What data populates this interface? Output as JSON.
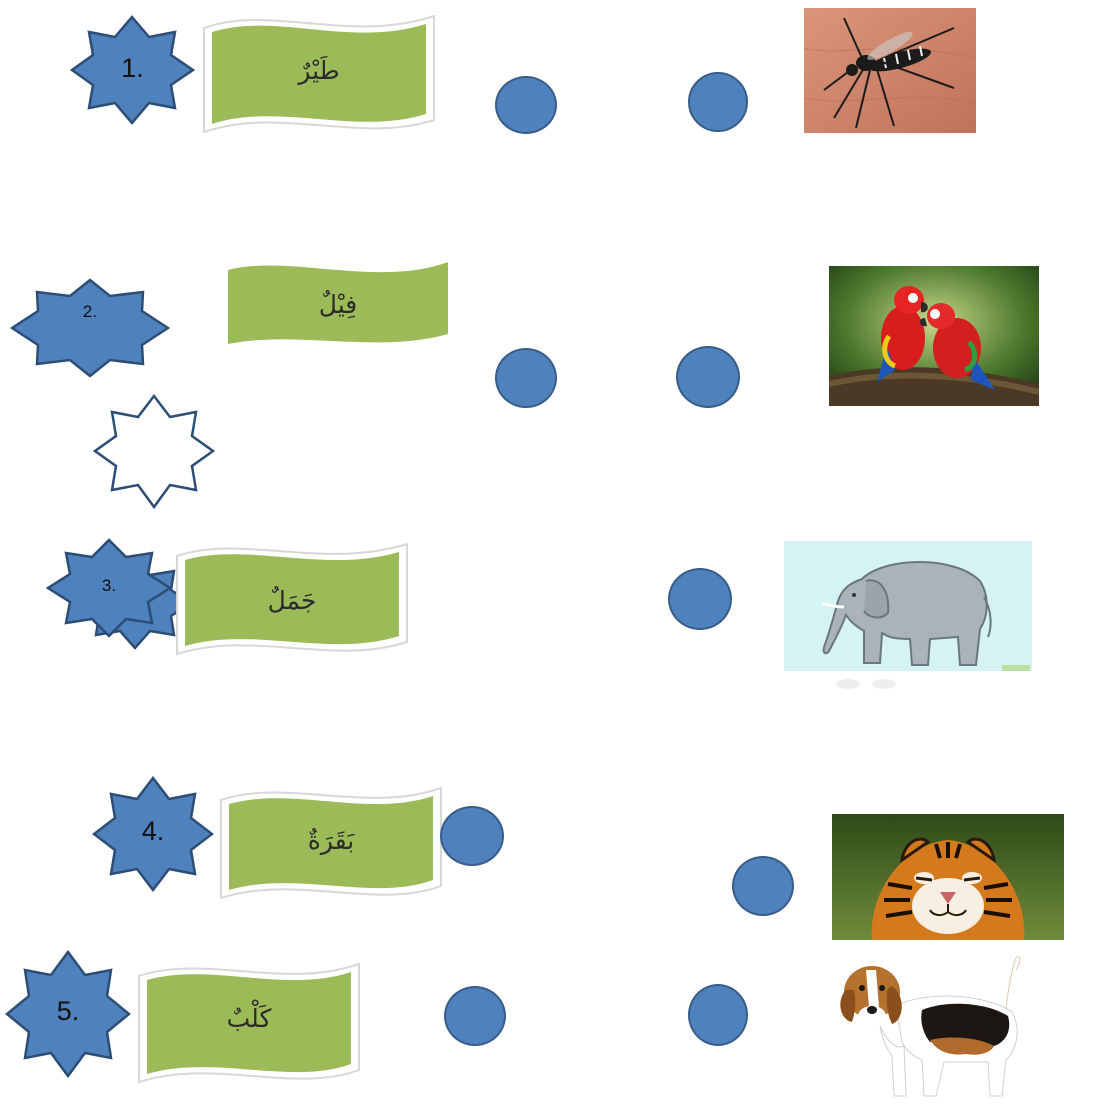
{
  "rows": [
    {
      "number": "1.",
      "word": "طَيْرٌ",
      "picture": "mosquito"
    },
    {
      "number": "2.",
      "word": "فِيْلٌ",
      "picture": "parrots"
    },
    {
      "number": "3.",
      "word": "جَمَلٌ",
      "picture": "elephant"
    },
    {
      "number": "4.",
      "word": "بَقَرَةٌ",
      "picture": "tiger"
    },
    {
      "number": "5.",
      "word": "كَلْبٌ",
      "picture": "beagle-dog"
    }
  ],
  "colors": {
    "star_fill": "#4f81bd",
    "star_stroke": "#2c4d75",
    "banner_fill": "#9bbb59",
    "dot_fill": "#4f81bd"
  }
}
